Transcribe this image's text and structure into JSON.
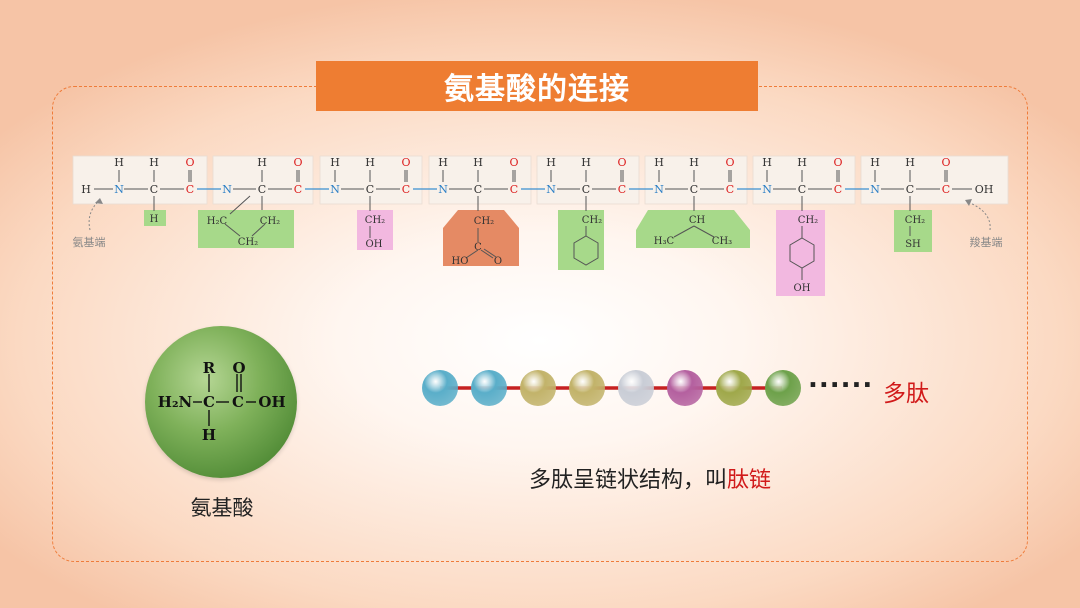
{
  "title": "氨基酸的连接",
  "chain": {
    "amino_end_label": "氨基端",
    "carboxyl_end_label": "羧基端",
    "atoms": {
      "H": "H",
      "N": "N",
      "C": "C",
      "O": "O",
      "OH": "OH"
    },
    "side_chains": [
      {
        "lines": [
          "H"
        ],
        "color": "#a7d98a"
      },
      {
        "lines": [
          "H₂C",
          "CH₂",
          "CH₂"
        ],
        "color": "#a7d98a"
      },
      {
        "lines": [
          "CH₂",
          "OH"
        ],
        "color": "#f2b8e0"
      },
      {
        "lines": [
          "CH₂",
          "C",
          "HO",
          "O"
        ],
        "color": "#e58a64"
      },
      {
        "lines": [
          "CH₂"
        ],
        "color": "#a7d98a"
      },
      {
        "lines": [
          "CH",
          "H₃C",
          "CH₃"
        ],
        "color": "#a7d98a"
      },
      {
        "lines": [
          "CH₂",
          "OH"
        ],
        "color": "#f2b8e0"
      },
      {
        "lines": [
          "CH₂",
          "SH"
        ],
        "color": "#a7d98a"
      }
    ]
  },
  "amino_acid": {
    "label": "氨基酸",
    "formula": {
      "R": "R",
      "O": "O",
      "H2N": "H₂N",
      "C": "C",
      "OH": "OH",
      "H": "H"
    }
  },
  "peptide": {
    "bead_colors": [
      "#5aaec9",
      "#5aaec9",
      "#c2b36a",
      "#c2b36a",
      "#c9cdd6",
      "#b4609f",
      "#9fa84a",
      "#6da14a"
    ],
    "ellipsis": "......",
    "label": "多肽"
  },
  "description": {
    "text": "多肽呈链状结构，叫",
    "highlight": "肽链"
  }
}
